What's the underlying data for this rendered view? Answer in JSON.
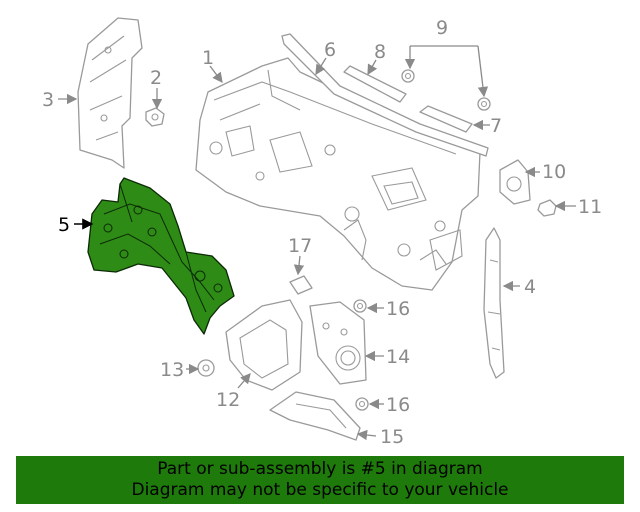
{
  "callouts": {
    "c1": "1",
    "c2": "2",
    "c3": "3",
    "c4": "4",
    "c5": "5",
    "c6": "6",
    "c7": "7",
    "c8": "8",
    "c9": "9",
    "c10": "10",
    "c11": "11",
    "c12": "12",
    "c13": "13",
    "c14": "14",
    "c15": "15",
    "c16a": "16",
    "c16b": "16",
    "c17": "17"
  },
  "highlighted_part": "5",
  "colors": {
    "highlight": "#2e8b16",
    "banner": "#1e7a0b",
    "line": "#9a9a9a"
  },
  "banner": {
    "line1": "Part or sub-assembly is #5 in diagram",
    "line2": "Diagram may not be specific to your vehicle"
  }
}
